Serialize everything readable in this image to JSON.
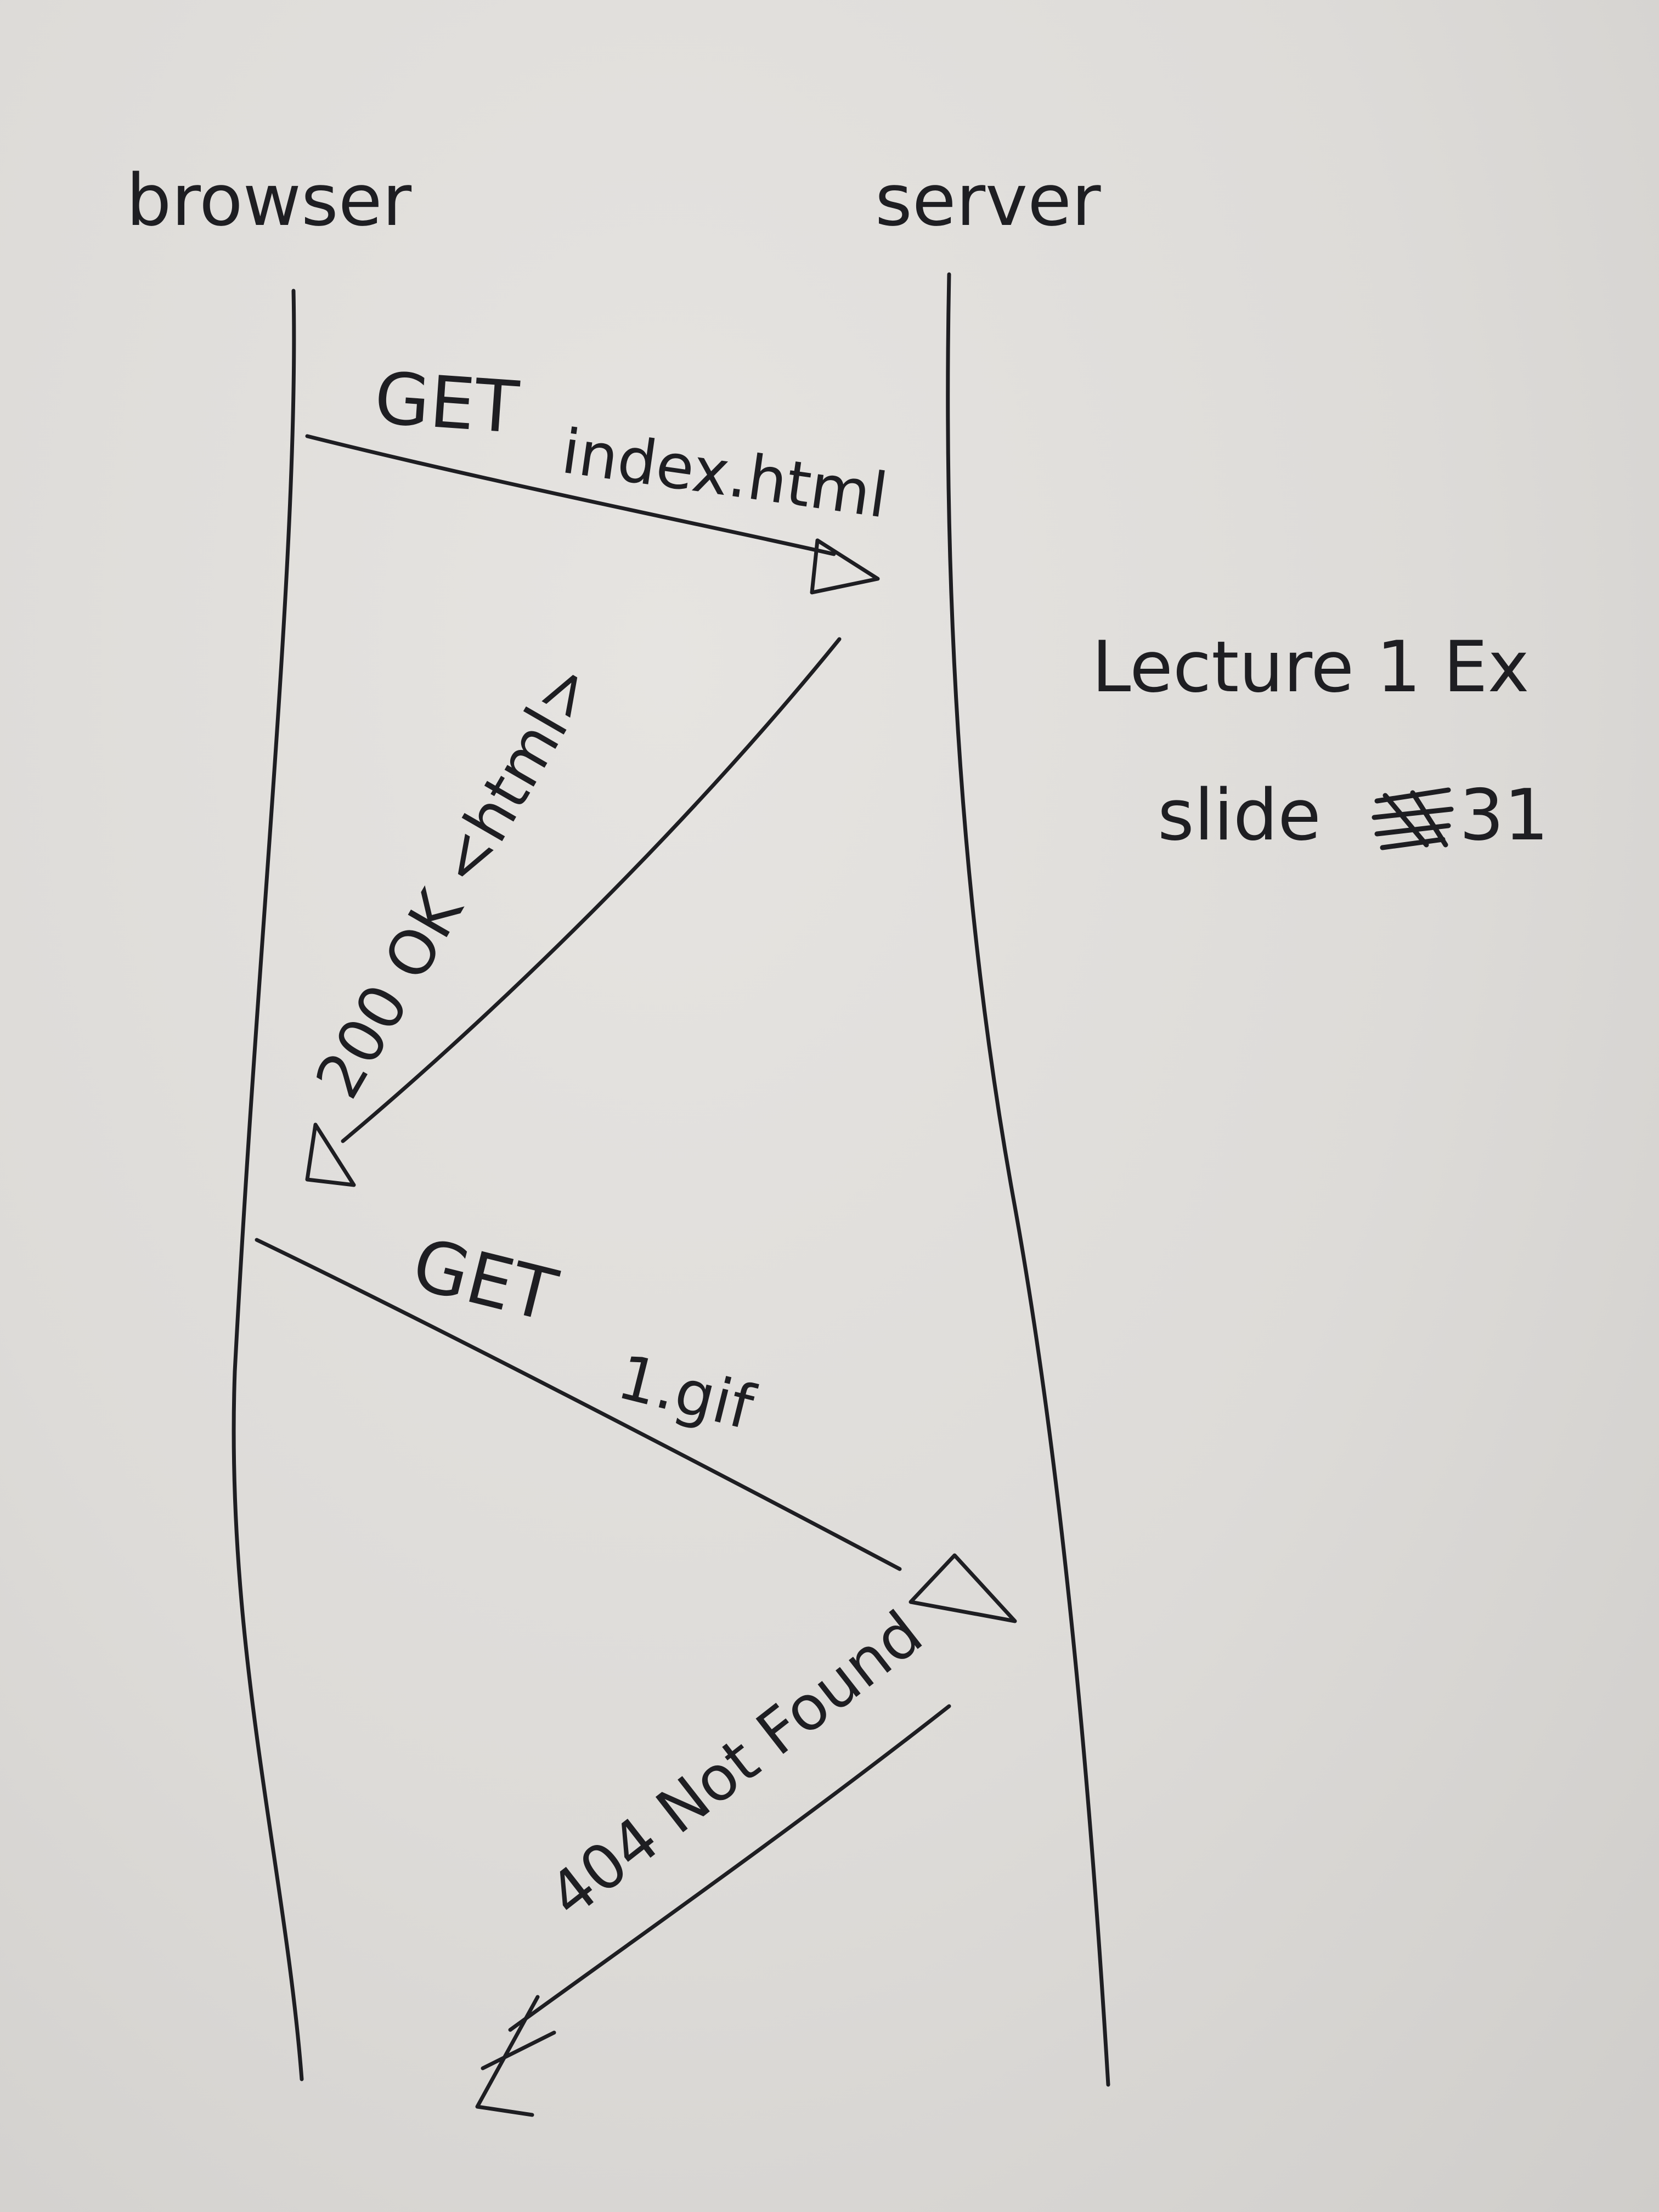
{
  "participants": {
    "browser": "browser",
    "server": "server"
  },
  "messages": [
    {
      "id": "msg-1",
      "direction": "browser-to-server",
      "line1": "GET",
      "line2": "index.html"
    },
    {
      "id": "msg-2",
      "direction": "server-to-browser",
      "text": "200 OK <html>"
    },
    {
      "id": "msg-3",
      "direction": "browser-to-server",
      "line1": "GET",
      "line2": "1.gif"
    },
    {
      "id": "msg-4",
      "direction": "server-to-browser",
      "text": "404 Not Found"
    }
  ],
  "note": {
    "line1": "Lecture 1 Ex",
    "slide_prefix": "slide",
    "slide_number": "31"
  },
  "colors": {
    "ink": "#1e1e22",
    "paper": "#dddbd8"
  }
}
